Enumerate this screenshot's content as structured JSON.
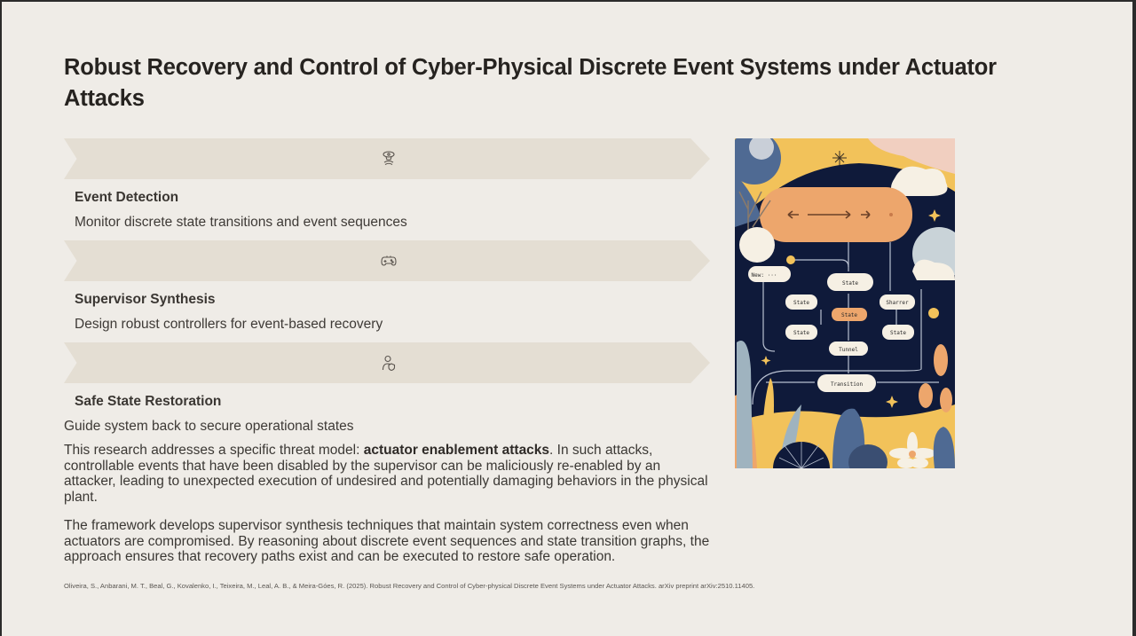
{
  "slide": {
    "title": "Robust Recovery and Control of Cyber-Physical Discrete Event Systems under Actuator Attacks",
    "steps": [
      {
        "icon": "radar-sensor-icon",
        "title": "Event Detection",
        "description": "Monitor discrete state transitions and event sequences"
      },
      {
        "icon": "gamepad-controller-icon",
        "title": "Supervisor Synthesis",
        "description": "Design robust controllers for event-based recovery"
      },
      {
        "icon": "user-shield-icon",
        "title": "Safe State Restoration",
        "description": "Guide system back to secure operational states"
      }
    ],
    "paragraph1": {
      "before": "This research addresses a specific threat model: ",
      "bold": "actuator enablement attacks",
      "after": ". In such attacks, controllable events that have been disabled by the supervisor can be maliciously re-enabled by an attacker, leading to unexpected execution of undesired and potentially damaging behaviors in the physical plant."
    },
    "paragraph2": "The framework develops supervisor synthesis techniques that maintain system correctness even when actuators are compromised. By reasoning about discrete event sequences and state transition graphs, the approach ensures that recovery paths exist and can be executed to restore safe operation.",
    "citation": "Oliveira, S., Anbarani, M. T., Beal, G., Kovalenko, I., Teixeira, M., Leal, A. B., & Meira-Góes, R. (2025). Robust Recovery and Control of Cyber-physical Discrete Event Systems under Actuator Attacks. arXiv preprint arXiv:2510.11405.",
    "illustration": {
      "nodes": [
        "New: ...",
        "State",
        "State",
        "State",
        "Sharrer",
        "State",
        "State",
        "Tunnel",
        "Transition"
      ],
      "colors": {
        "navy": "#0f1a3a",
        "orange": "#eda66c",
        "cream": "#f6f0e4",
        "yellow": "#f2c25a",
        "blue": "#4f6a93",
        "pink": "#f1cfc0"
      }
    },
    "colors": {
      "background": "#efece7",
      "banner": "#e4ded3",
      "text": "#2e2b28"
    }
  }
}
